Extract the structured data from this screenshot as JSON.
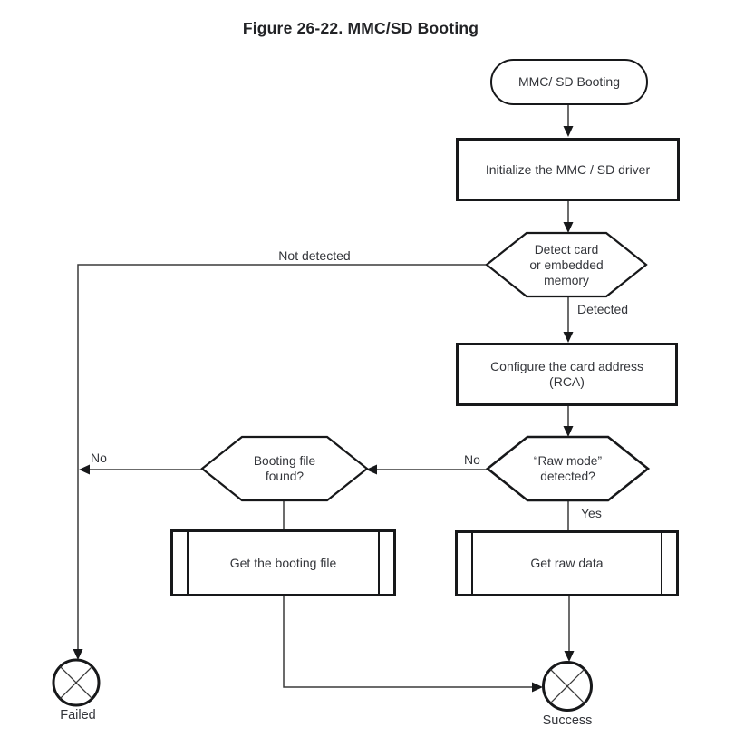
{
  "figure": {
    "title": "Figure 26-22. MMC/SD Booting"
  },
  "nodes": {
    "start": {
      "type": "terminator",
      "label": "MMC/ SD Booting"
    },
    "init_driver": {
      "type": "process",
      "label": "Initialize the MMC / SD driver"
    },
    "detect_card": {
      "type": "decision",
      "label": "Detect card\nor embedded\nmemory"
    },
    "configure_rca": {
      "type": "process",
      "label": "Configure the card address\n(RCA)"
    },
    "raw_mode": {
      "type": "decision",
      "label": "“Raw mode”\ndetected?"
    },
    "booting_file": {
      "type": "decision",
      "label": "Booting file\nfound?"
    },
    "get_booting_file": {
      "type": "predefined_process",
      "label": "Get the booting file"
    },
    "get_raw_data": {
      "type": "predefined_process",
      "label": "Get raw data"
    },
    "failed": {
      "type": "end_state",
      "label": "Failed"
    },
    "success": {
      "type": "end_state",
      "label": "Success"
    }
  },
  "edge_labels": {
    "not_detected": "Not detected",
    "detected": "Detected",
    "raw_no": "No",
    "raw_yes": "Yes",
    "booting_no": "No"
  },
  "colors": {
    "ink": "#17181a",
    "line": "#3a3a3a",
    "text": "#33353a",
    "background": "#ffffff"
  }
}
